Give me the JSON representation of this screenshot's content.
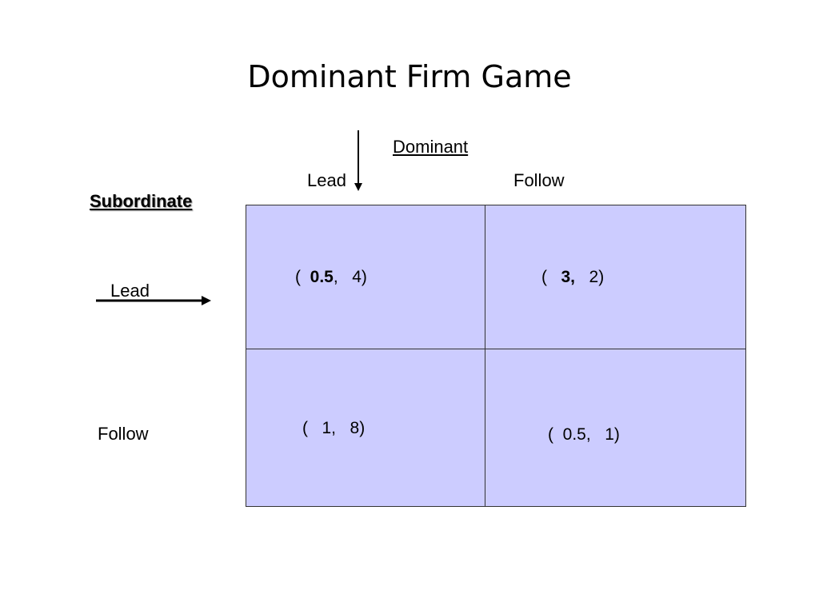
{
  "title": "Dominant Firm Game",
  "column_player": "Dominant",
  "row_player": "Subordinate",
  "column_strategies": [
    "Lead",
    "Follow"
  ],
  "row_strategies": [
    "Lead",
    "Follow"
  ],
  "payoffs": {
    "lead_lead": {
      "open": "(  ",
      "first": "0.5",
      "sep": ",",
      "second": "   4)"
    },
    "lead_follow": {
      "open": "(   ",
      "first": "3,",
      "sep": "",
      "second": "   2)"
    },
    "follow_lead": {
      "open": "(   1,   8)"
    },
    "follow_follow": {
      "open": "(  0.5,   1)"
    }
  },
  "colors": {
    "cell_fill": "#ccccff",
    "border": "#333333"
  }
}
